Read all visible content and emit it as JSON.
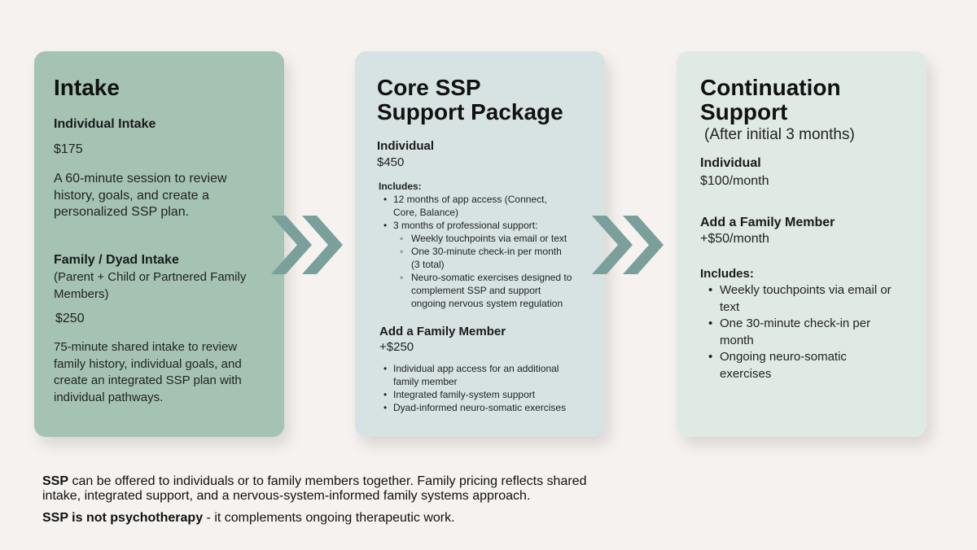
{
  "intake": {
    "title": "Intake",
    "individual_heading": "Individual Intake",
    "individual_price": "$175",
    "individual_desc": [
      "A 60-minute session to review",
      "history, goals, and create a",
      "personalized SSP plan."
    ],
    "family_heading": "Family / Dyad Intake",
    "family_sub": [
      "(Parent + Child or Partnered Family",
      "Members)"
    ],
    "family_price": "$250",
    "family_desc": [
      "75-minute shared intake to review",
      "family history, individual goals, and",
      "create an integrated SSP plan with",
      "individual pathways."
    ]
  },
  "core": {
    "title": [
      "Core SSP",
      "Support Package"
    ],
    "individual_heading": "Individual",
    "individual_price": "$450",
    "includes_label": "Includes:",
    "items": [
      "12 months of app access (Connect,",
      "Core, Balance)",
      "3 months of professional support:"
    ],
    "subitems": [
      "Weekly touchpoints via email or text",
      "One 30-minute check-in per month",
      "(3 total)",
      "Neuro-somatic exercises designed to",
      "complement SSP and support",
      "ongoing nervous system regulation"
    ],
    "family_heading": "Add a Family Member",
    "family_price": "+$250",
    "family_items": [
      "Individual app access for an additional",
      "family member",
      "Integrated family-system support",
      "Dyad-informed neuro-somatic exercises"
    ]
  },
  "continuation": {
    "title": [
      "Continuation",
      "Support"
    ],
    "subtitle": "(After initial 3 months)",
    "individual_heading": "Individual",
    "individual_price": "$100/month",
    "family_heading": "Add a Family Member",
    "family_price": "+$50/month",
    "includes_label": "Includes:",
    "items": [
      "Weekly touchpoints via email or",
      "text",
      "One 30-minute check-in per",
      "month",
      "Ongoing neuro-somatic",
      "exercises"
    ]
  },
  "footer": {
    "line1_bold": "SSP",
    "line1": " can be offered to individuals or to family members together. Family pricing reflects shared",
    "line2": "intake, integrated support, and a nervous-system-informed family systems approach.",
    "line3_bold": "SSP is not psychotherapy",
    "line3": " - it complements ongoing therapeutic work."
  },
  "colors": {
    "chevron": "#7b9f9b",
    "card1": "#a5c3b3",
    "card2": "#d7e3e3",
    "card3": "#dfeae4"
  }
}
